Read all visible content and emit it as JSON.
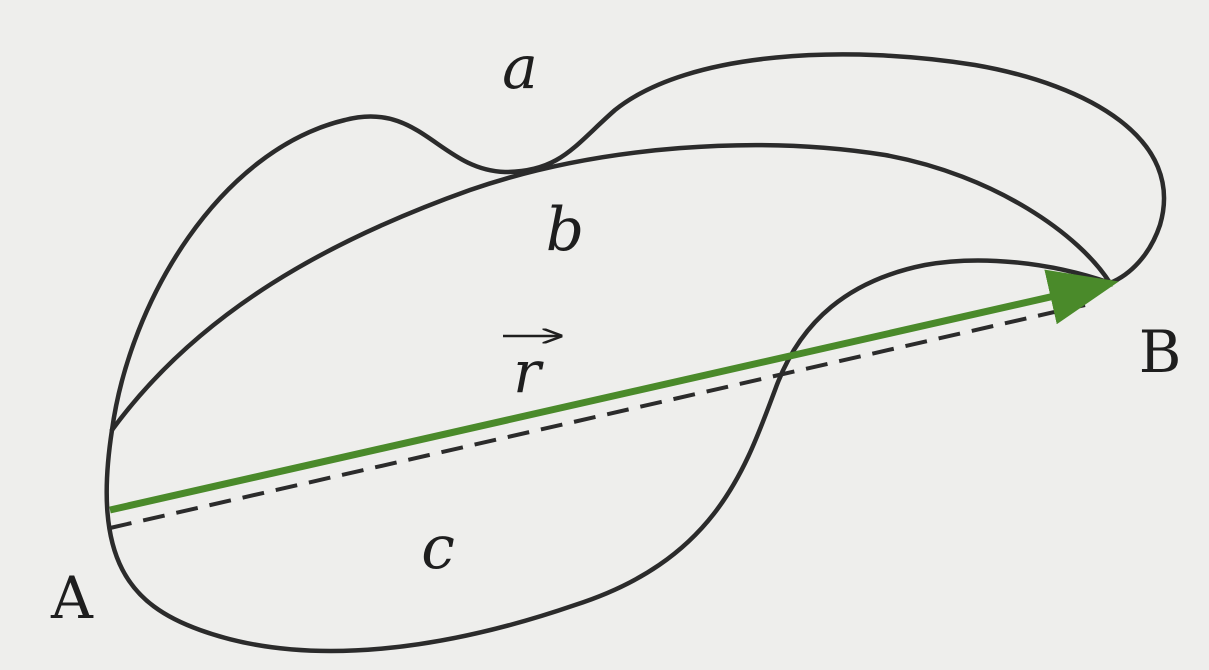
{
  "diagram": {
    "colors": {
      "background": "#eeeeec",
      "curve": "#2b2b2b",
      "vector": "#4a8a2a",
      "text": "#1e1e1e"
    },
    "labels": {
      "path_a": "a",
      "path_b": "b",
      "path_c": "c",
      "point_a": "A",
      "point_b": "B",
      "vector": "r"
    }
  }
}
